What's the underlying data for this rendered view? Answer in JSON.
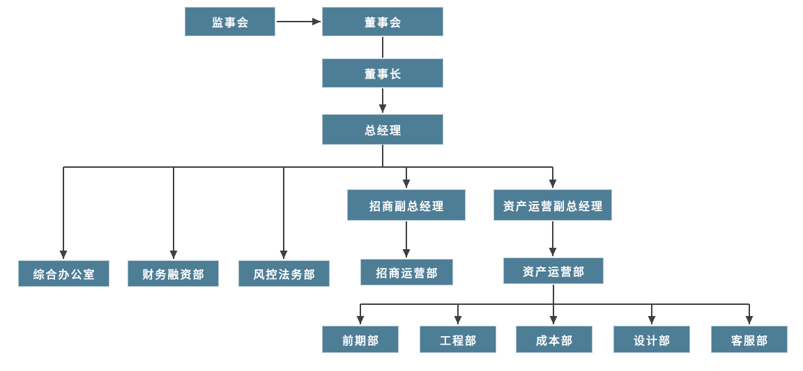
{
  "diagram": {
    "type": "org-chart",
    "background": "#ffffff",
    "colors": {
      "node_fill": "#4e7d96",
      "node_border": "#aec3cf",
      "node_text": "#ffffff",
      "connector": "#3f3f3f"
    },
    "nodes": [
      {
        "id": "supervisory-board",
        "label": "监事会"
      },
      {
        "id": "board-of-directors",
        "label": "董事会"
      },
      {
        "id": "chairman",
        "label": "董事长"
      },
      {
        "id": "general-manager",
        "label": "总经理"
      },
      {
        "id": "general-office",
        "label": "综合办公室"
      },
      {
        "id": "finance-financing-dept",
        "label": "财务融资部"
      },
      {
        "id": "risk-control-legal-dept",
        "label": "风控法务部"
      },
      {
        "id": "investment-deputy-general-manager",
        "label": "招商副总经理"
      },
      {
        "id": "investment-operations-dept",
        "label": "招商运营部"
      },
      {
        "id": "asset-operations-deputy-general-manager",
        "label": "资产运营副总经理"
      },
      {
        "id": "asset-operations-dept",
        "label": "资产运营部"
      },
      {
        "id": "preliminary-dept",
        "label": "前期部"
      },
      {
        "id": "engineering-dept",
        "label": "工程部"
      },
      {
        "id": "cost-dept",
        "label": "成本部"
      },
      {
        "id": "design-dept",
        "label": "设计部"
      },
      {
        "id": "customer-service-dept",
        "label": "客服部"
      }
    ],
    "edges": [
      {
        "from": "监事会",
        "to": "董事会",
        "arrow": true
      },
      {
        "from": "董事会",
        "to": "董事长",
        "arrow": false
      },
      {
        "from": "董事长",
        "to": "总经理",
        "arrow": true
      },
      {
        "from": "总经理",
        "to": "综合办公室",
        "arrow": true
      },
      {
        "from": "总经理",
        "to": "财务融资部",
        "arrow": true
      },
      {
        "from": "总经理",
        "to": "风控法务部",
        "arrow": true
      },
      {
        "from": "总经理",
        "to": "招商副总经理",
        "arrow": true
      },
      {
        "from": "总经理",
        "to": "资产运营副总经理",
        "arrow": true
      },
      {
        "from": "招商副总经理",
        "to": "招商运营部",
        "arrow": true
      },
      {
        "from": "资产运营副总经理",
        "to": "资产运营部",
        "arrow": true
      },
      {
        "from": "资产运营部",
        "to": "前期部",
        "arrow": true
      },
      {
        "from": "资产运营部",
        "to": "工程部",
        "arrow": true
      },
      {
        "from": "资产运营部",
        "to": "成本部",
        "arrow": true
      },
      {
        "from": "资产运营部",
        "to": "设计部",
        "arrow": true
      },
      {
        "from": "资产运营部",
        "to": "客服部",
        "arrow": true
      }
    ]
  }
}
